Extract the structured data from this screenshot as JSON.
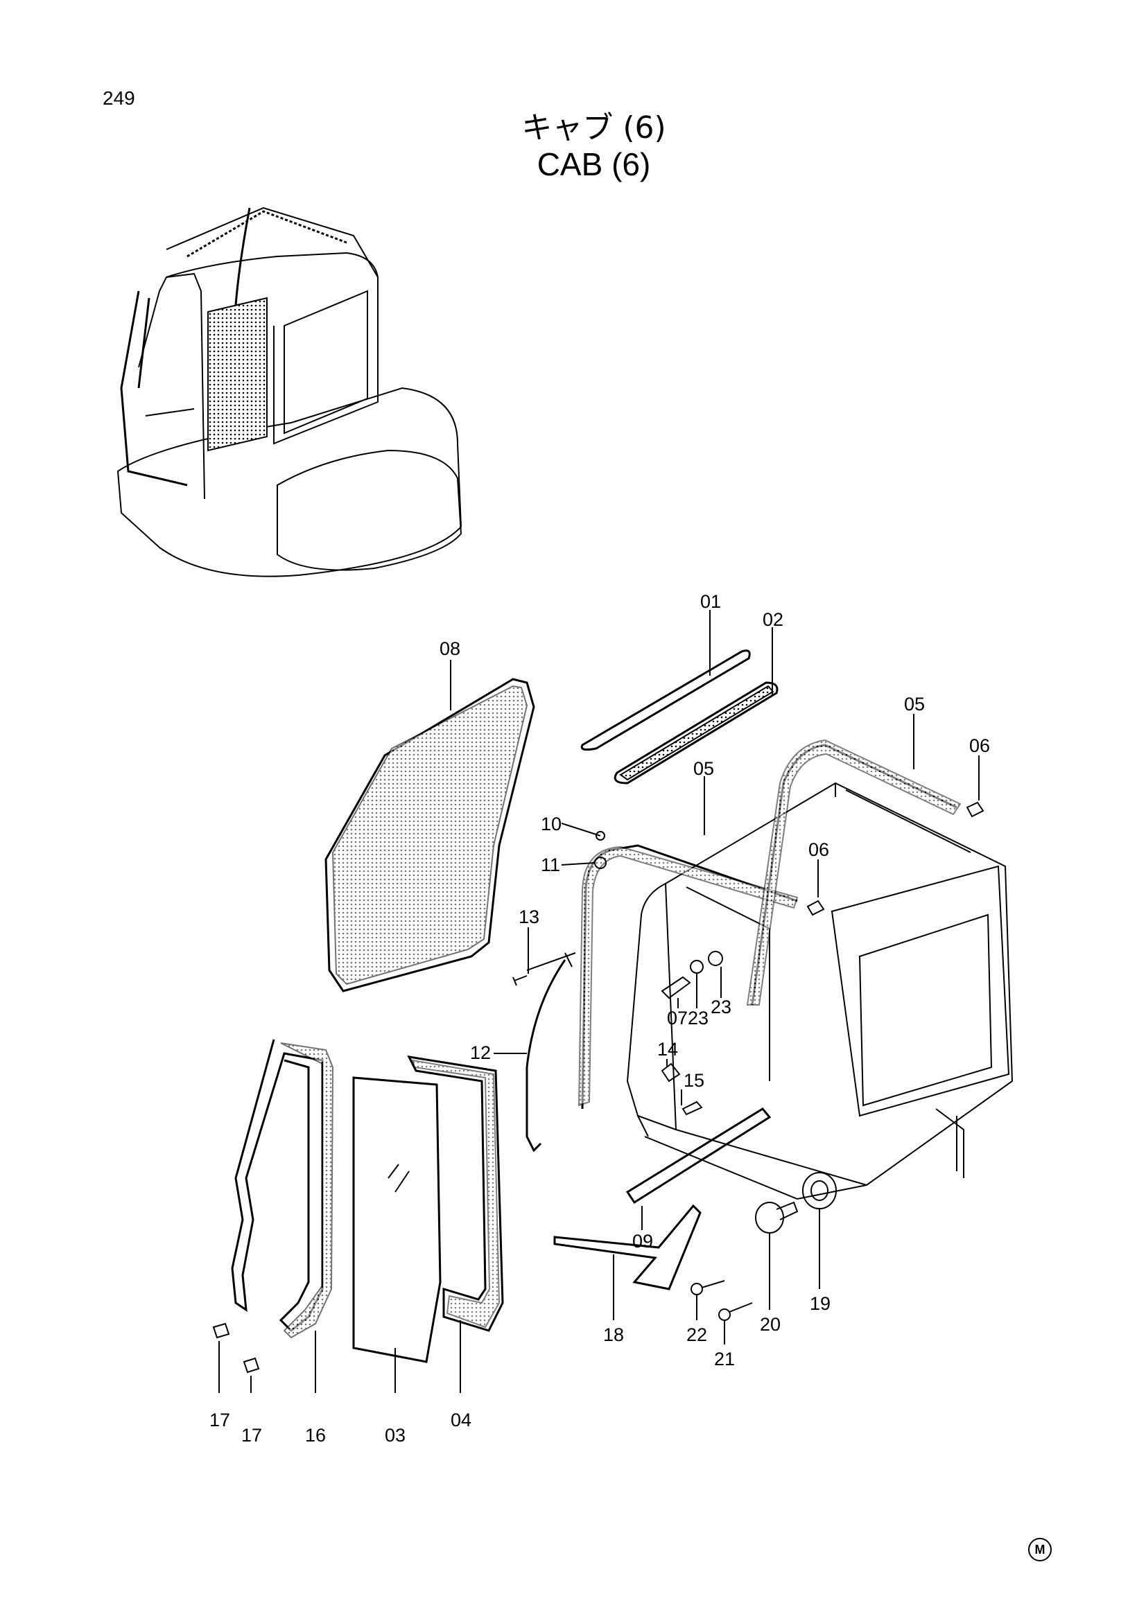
{
  "page": {
    "number": "249",
    "title_jp": "キャブ (6)",
    "title_en": "CAB (6)",
    "mark": "M"
  },
  "callouts": [
    "01",
    "02",
    "03",
    "04",
    "05",
    "05",
    "06",
    "06",
    "07",
    "08",
    "09",
    "10",
    "11",
    "12",
    "13",
    "14",
    "15",
    "16",
    "17",
    "17",
    "18",
    "19",
    "20",
    "21",
    "22",
    "23",
    "23"
  ]
}
